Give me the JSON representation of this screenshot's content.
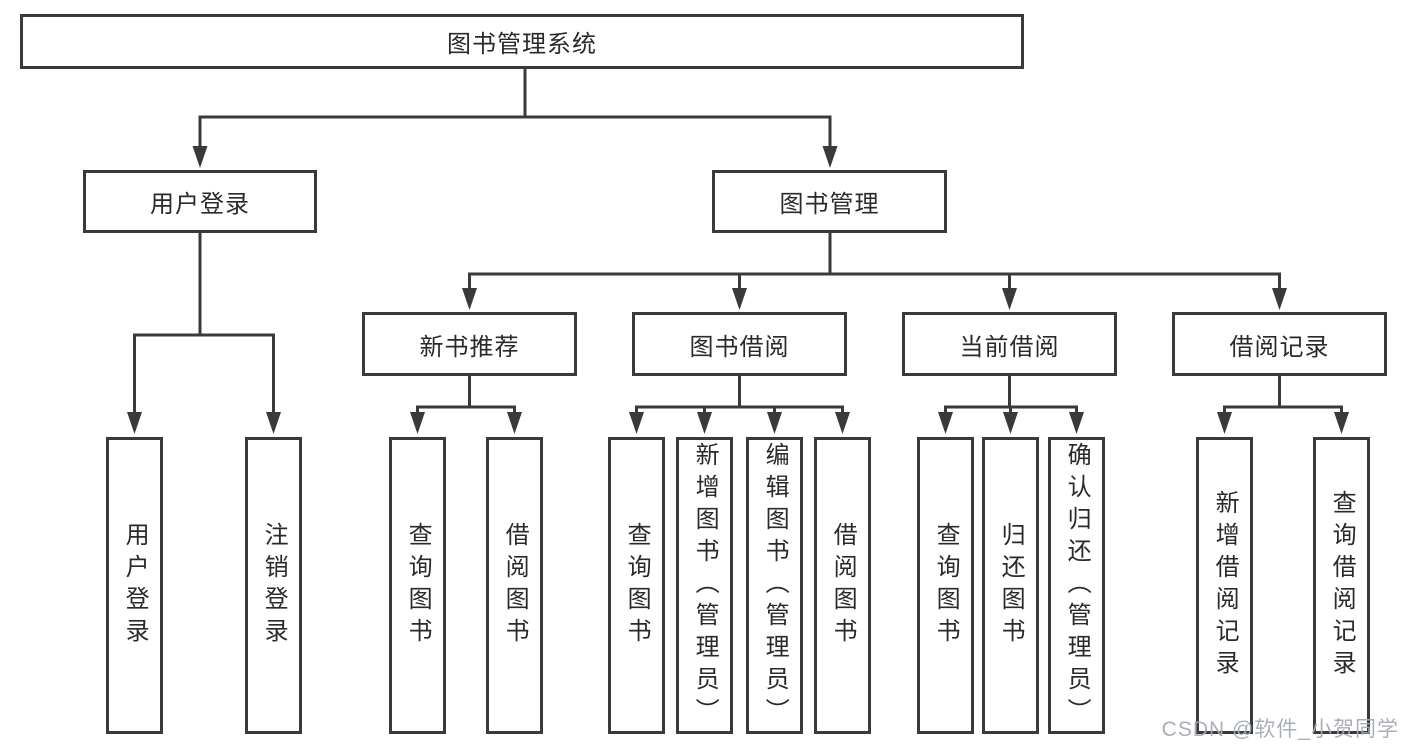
{
  "diagram": {
    "tree": {
      "label": "图书管理系统",
      "children": [
        {
          "label": "用户登录",
          "children": [
            {
              "label": "用户登录"
            },
            {
              "label": "注销登录"
            }
          ]
        },
        {
          "label": "图书管理",
          "children": [
            {
              "label": "新书推荐",
              "children": [
                {
                  "label": "查询图书"
                },
                {
                  "label": "借阅图书"
                }
              ]
            },
            {
              "label": "图书借阅",
              "children": [
                {
                  "label": "查询图书"
                },
                {
                  "label": "新增图书（管理员）"
                },
                {
                  "label": "编辑图书（管理员）"
                },
                {
                  "label": "借阅图书"
                }
              ]
            },
            {
              "label": "当前借阅",
              "children": [
                {
                  "label": "查询图书"
                },
                {
                  "label": "归还图书"
                },
                {
                  "label": "确认归还（管理员）"
                }
              ]
            },
            {
              "label": "借阅记录",
              "children": [
                {
                  "label": "新增借阅记录"
                },
                {
                  "label": "查询借阅记录"
                }
              ]
            }
          ]
        }
      ]
    },
    "colors": {
      "line": "#3a3a3a",
      "box_border": "#3a3a3a",
      "text": "#2a2a2a",
      "background": "#ffffff",
      "watermark": "#a6abb3"
    }
  },
  "watermark": {
    "text": "CSDN @软件_小贺同学"
  }
}
